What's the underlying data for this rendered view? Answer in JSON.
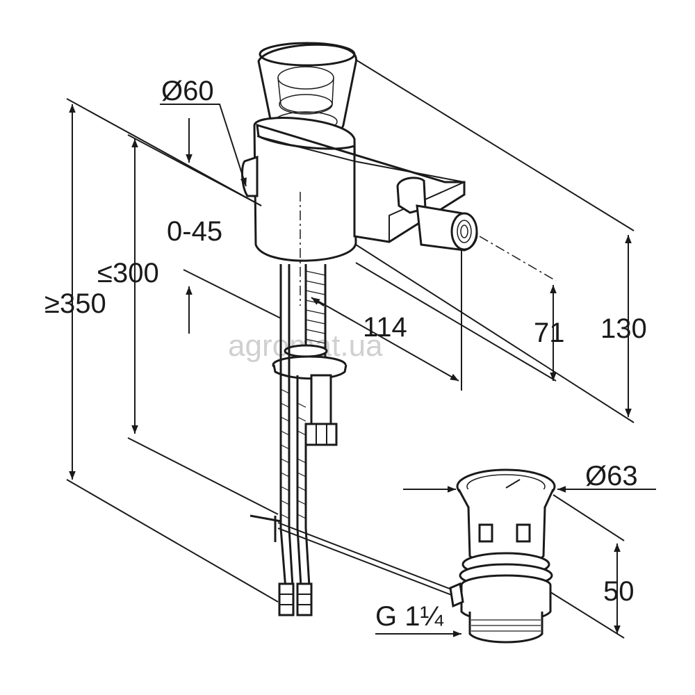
{
  "watermark": "agromat.ua",
  "dimensions": {
    "dia_60": "Ø60",
    "swivel_range": "0-45",
    "max_300": "≤300",
    "min_350": "≥350",
    "length_114": "114",
    "height_71": "71",
    "height_130": "130",
    "dia_63": "Ø63",
    "height_50": "50",
    "thread": "G 1¼"
  }
}
